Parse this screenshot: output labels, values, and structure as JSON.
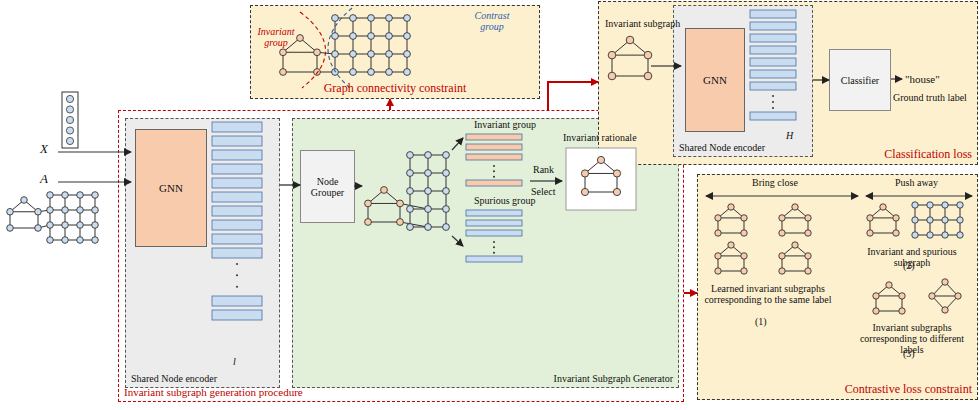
{
  "diagram": {
    "nodes": [
      {
        "text": [
          "Invariant subgraph generation procedure"
        ]
      },
      {
        "text": [
          "Shared Node encoder"
        ],
        "in": 0
      },
      {
        "text": [
          "GNN"
        ],
        "in": 1
      },
      {
        "text": [
          "Invariant Subgraph Generator"
        ],
        "in": 0
      },
      {
        "text": [
          "Node Grouper"
        ],
        "in": 3
      },
      {
        "text": [
          "Graph connectivity constraint"
        ]
      },
      {
        "text": [
          "Classification loss"
        ]
      },
      {
        "text": [
          "Shared Node encoder"
        ],
        "in": 6
      },
      {
        "text": [
          "GNN"
        ],
        "in": 7
      },
      {
        "text": [
          "Classifier"
        ],
        "in": 6
      },
      {
        "text": [
          "Contrastive loss constraint"
        ]
      }
    ],
    "edges": [
      {
        "from": 0,
        "to": 5,
        "arrow": "to"
      },
      {
        "from": 0,
        "to": 6,
        "arrow": "to"
      },
      {
        "from": 0,
        "to": 10,
        "arrow": "to"
      },
      {
        "from": 1,
        "to": 4,
        "arrow": "to"
      },
      {
        "from": 7,
        "to": 9,
        "arrow": "to"
      }
    ],
    "labels": [
      "X",
      "A",
      "l",
      "Invariant group",
      "Spurious group",
      "Invariant rationale",
      "Rank",
      "Select",
      "Invariant group",
      "Contrast group",
      "Invariant subgraph",
      "H",
      "\"house\"",
      "Ground truth label",
      "Bring close",
      "Push away",
      "Learned invariant subgraphs corresponding to the same label",
      "(1)",
      "Invariant and spurious subgraph",
      "(2)",
      "Invariant subgraphs corresponding to different labels",
      "(3)"
    ]
  }
}
